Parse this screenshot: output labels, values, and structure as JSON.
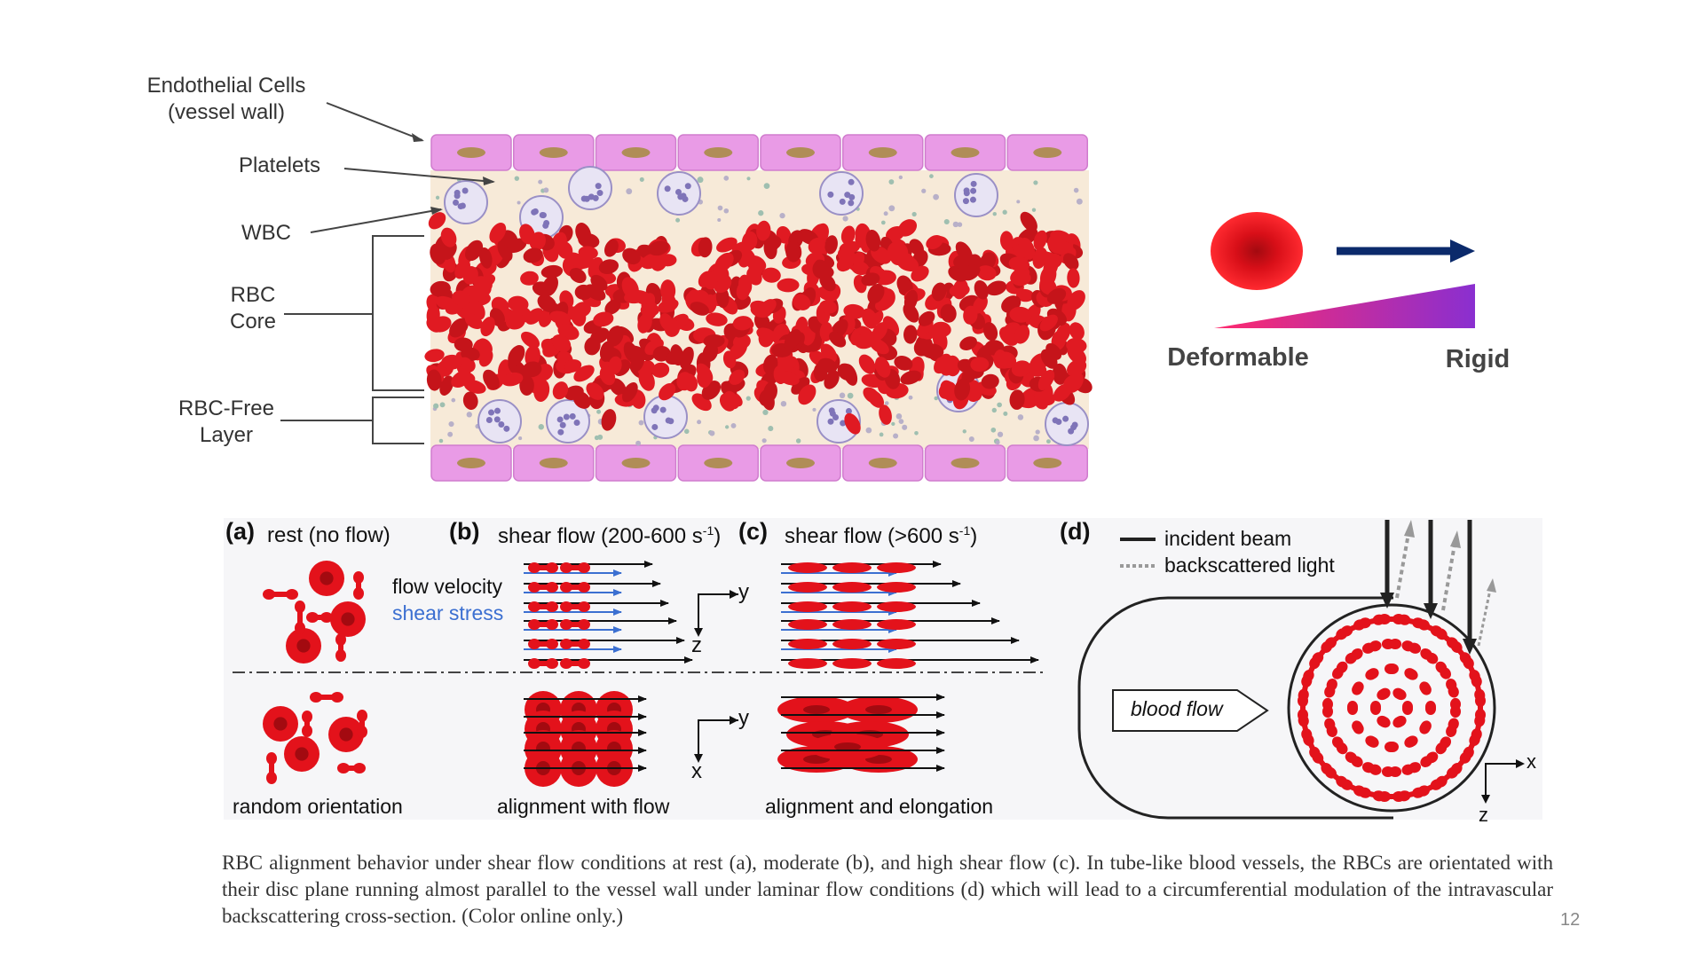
{
  "top_labels": {
    "endothelial_line1": "Endothelial Cells",
    "endothelial_line2": "(vessel wall)",
    "platelets": "Platelets",
    "wbc": "WBC",
    "rbc_core_line1": "RBC",
    "rbc_core_line2": "Core",
    "rbc_free_line1": "RBC-Free",
    "rbc_free_line2": "Layer"
  },
  "deformability": {
    "left_label": "Deformable",
    "right_label": "Rigid",
    "arrow_color": "#0b2a6b",
    "gradient_start": "#ff2a6d",
    "gradient_end": "#8a2fd0"
  },
  "panels": {
    "a_tag": "(a)",
    "a_title": "rest (no flow)",
    "b_tag": "(b)",
    "b_title_pre": "shear flow (200-600 s",
    "b_exp": "-1",
    "b_title_post": ")",
    "c_tag": "(c)",
    "c_title_pre": "shear flow (>600 s",
    "c_exp": "-1",
    "c_title_post": ")",
    "d_tag": "(d)",
    "flow_velocity": "flow velocity",
    "shear_stress": "shear stress",
    "random_orientation": "random orientation",
    "alignment_with_flow": "alignment with flow",
    "alignment_and_elongation": "alignment and elongation",
    "axis_y": "y",
    "axis_z": "z",
    "axis_x": "x",
    "incident_beam": "incident beam",
    "backscattered_light": "backscattered light",
    "blood_flow": "blood flow"
  },
  "colors": {
    "rbc": "#e3121b",
    "rbc_dark": "#a30a10",
    "endothelium": "#e99be6",
    "nucleus": "#b08d57",
    "plasma": "#f7ead8",
    "shear_blue": "#3b6fd1"
  },
  "caption": "RBC alignment behavior under shear flow conditions at rest (a), moderate (b), and high shear flow (c). In tube-like blood vessels, the RBCs are orientated with their disc plane running almost parallel to the vessel wall under laminar flow conditions (d) which will lead to a circumferential modulation of the intravascular backscattering cross-section. (Color online only.)",
  "page_number": "12"
}
